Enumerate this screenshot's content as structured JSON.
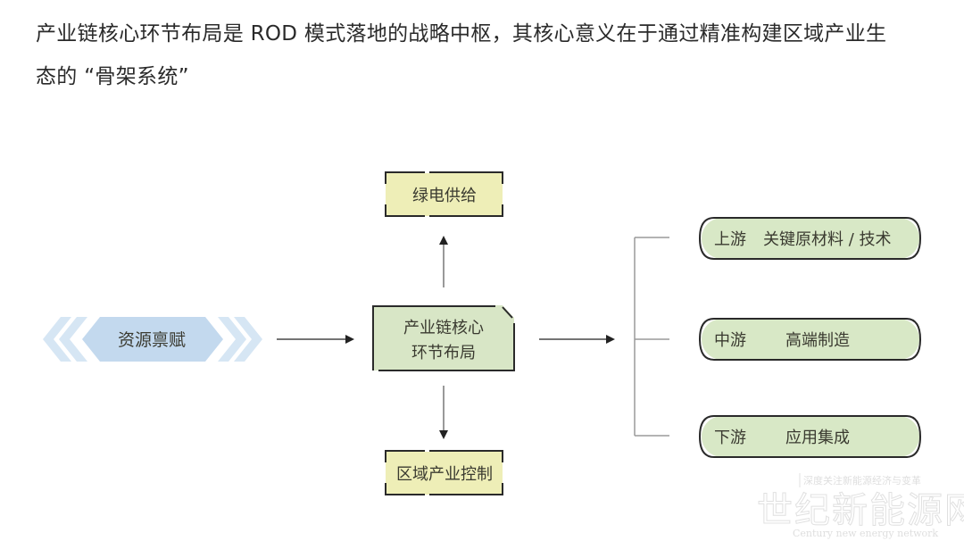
{
  "heading": {
    "line1": "产业链核心环节布局是 ROD 模式落地的战略中枢，其核心意义在于通过精准构建区域产业生",
    "line2": "态的 “骨架系统”"
  },
  "diagram": {
    "source": {
      "label": "资源禀赋",
      "color": "#c3d9ee",
      "chevron_color": "#d6e6f4"
    },
    "center": {
      "line1": "产业链核心",
      "line2": "环节布局",
      "color": "#d8e6c6"
    },
    "top": {
      "label": "绿电供给",
      "color": "#eeeeb7"
    },
    "bottom": {
      "label": "区域产业控制",
      "color": "#eeeeb7"
    },
    "chain": [
      {
        "stage": "上游",
        "desc": "关键原材料 / 技术",
        "color": "#d8e8c6"
      },
      {
        "stage": "中游",
        "desc": "高端制造",
        "color": "#d8e8c6"
      },
      {
        "stage": "下游",
        "desc": "应用集成",
        "color": "#d8e8c6"
      }
    ],
    "line_color": "#2a2a2a",
    "bracket_color": "#9a9a9a"
  },
  "watermark": {
    "tagline": "深度关注新能源经济与变革",
    "name": "世纪新能源网",
    "english": "Century new energy network"
  }
}
